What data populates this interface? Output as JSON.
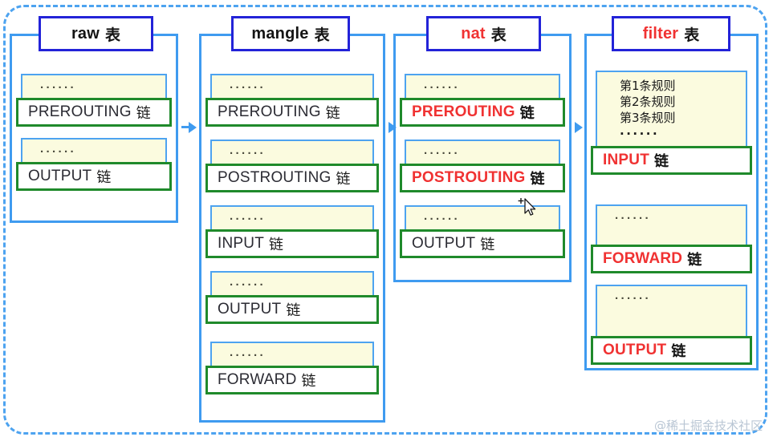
{
  "diagram": {
    "title_suffix": "表",
    "chain_suffix": "链",
    "dots": "······",
    "watermark": "@稀土掘金技术社区",
    "colors": {
      "frame_dashed": "#4da3f0",
      "table_border": "#3f9bf0",
      "title_border": "#2323d8",
      "card_fill": "#fbfbdf",
      "chain_border": "#1f8a2b",
      "highlight_red": "#f03232",
      "text_black": "#2b2b33",
      "watermark": "#b9c6d4"
    },
    "tables": [
      {
        "id": "raw",
        "name": "raw",
        "name_color": "black",
        "chains": [
          {
            "id": "prerouting",
            "label": "PREROUTING",
            "color": "black",
            "rules": []
          },
          {
            "id": "output",
            "label": "OUTPUT",
            "color": "black",
            "rules": []
          }
        ]
      },
      {
        "id": "mangle",
        "name": "mangle",
        "name_color": "black",
        "chains": [
          {
            "id": "prerouting",
            "label": "PREROUTING",
            "color": "black",
            "rules": []
          },
          {
            "id": "postrouting",
            "label": "POSTROUTING",
            "color": "black",
            "rules": []
          },
          {
            "id": "input",
            "label": "INPUT",
            "color": "black",
            "rules": []
          },
          {
            "id": "output",
            "label": "OUTPUT",
            "color": "black",
            "rules": []
          },
          {
            "id": "forward",
            "label": "FORWARD",
            "color": "black",
            "rules": []
          }
        ]
      },
      {
        "id": "nat",
        "name": "nat",
        "name_color": "red",
        "chains": [
          {
            "id": "prerouting",
            "label": "PREROUTING",
            "color": "red",
            "rules": []
          },
          {
            "id": "postrouting",
            "label": "POSTROUTING",
            "color": "red",
            "rules": []
          },
          {
            "id": "output",
            "label": "OUTPUT",
            "color": "black",
            "rules": []
          }
        ]
      },
      {
        "id": "filter",
        "name": "filter",
        "name_color": "red",
        "chains": [
          {
            "id": "input",
            "label": "INPUT",
            "color": "red",
            "rules": [
              "第1条规则",
              "第2条规则",
              "第3条规则"
            ]
          },
          {
            "id": "forward",
            "label": "FORWARD",
            "color": "red",
            "rules": []
          },
          {
            "id": "output",
            "label": "OUTPUT",
            "color": "red",
            "rules": []
          }
        ]
      }
    ],
    "arrows": [
      {
        "id": "raw-to-mangle",
        "from": "raw",
        "to": "mangle"
      },
      {
        "id": "mangle-to-nat",
        "from": "mangle",
        "to": "nat"
      },
      {
        "id": "nat-to-filter",
        "from": "nat",
        "to": "filter"
      }
    ]
  }
}
